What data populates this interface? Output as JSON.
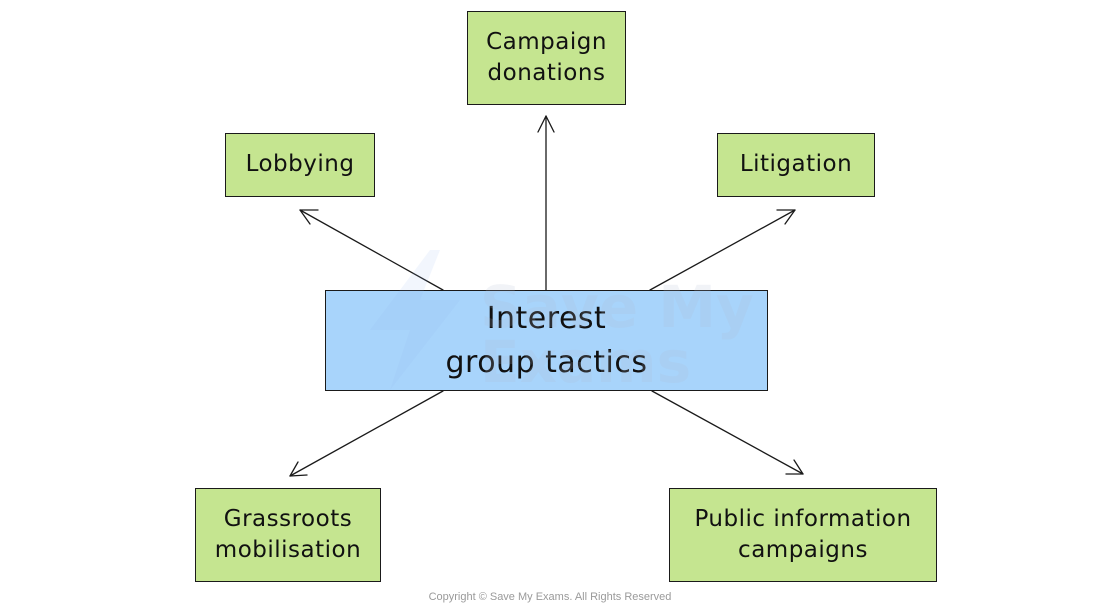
{
  "diagram": {
    "center": "Interest\ngroup tactics",
    "nodes": {
      "campaign_donations": "Campaign\ndonations",
      "lobbying": "Lobbying",
      "litigation": "Litigation",
      "grassroots": "Grassroots\nmobilisation",
      "public_info": "Public information\ncampaigns"
    }
  },
  "watermark": {
    "line1": "Save My",
    "line2": "Exams"
  },
  "footer": {
    "copyright": "Copyright © Save My Exams. All Rights Reserved"
  },
  "colors": {
    "leaf_fill": "#c5e590",
    "center_fill": "#a8d4fb",
    "stroke": "#1a1a1a"
  }
}
